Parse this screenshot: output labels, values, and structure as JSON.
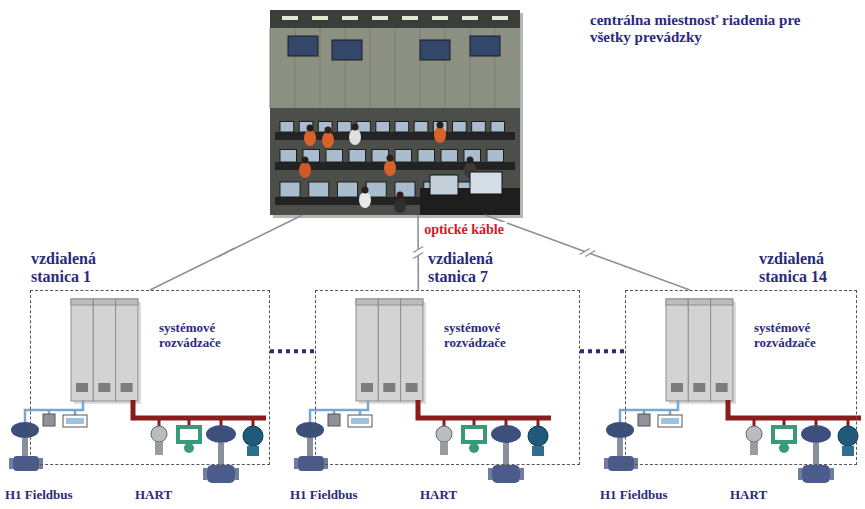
{
  "diagram": {
    "nodes": [
      {
        "text": [
          "centrálna miestnosť riadenia pre všetky prevádzky"
        ]
      },
      {
        "text": [
          "vzdialená stanica 1"
        ]
      },
      {
        "text": [
          "systémové rozvádzače"
        ],
        "in": 1
      },
      {
        "text": [
          "vzdialená stanica 7"
        ]
      },
      {
        "text": [
          "systémové rozvádzače"
        ],
        "in": 3
      },
      {
        "text": [
          "vzdialená stanica 14"
        ]
      },
      {
        "text": [
          "systémové rozvádzače"
        ],
        "in": 5
      }
    ],
    "edges": [
      {
        "from": 0,
        "to": 1,
        "arrow": "none"
      },
      {
        "from": 0,
        "to": 3,
        "arrow": "none",
        "label": "optické káble"
      },
      {
        "from": 0,
        "to": 5,
        "arrow": "none"
      },
      {
        "from": 1,
        "to": 3,
        "arrow": "none"
      },
      {
        "from": 3,
        "to": 5,
        "arrow": "none"
      }
    ],
    "labels": [
      "H1 Fieldbus",
      "HART",
      "H1 Fieldbus",
      "HART",
      "H1 Fieldbus",
      "HART"
    ]
  }
}
